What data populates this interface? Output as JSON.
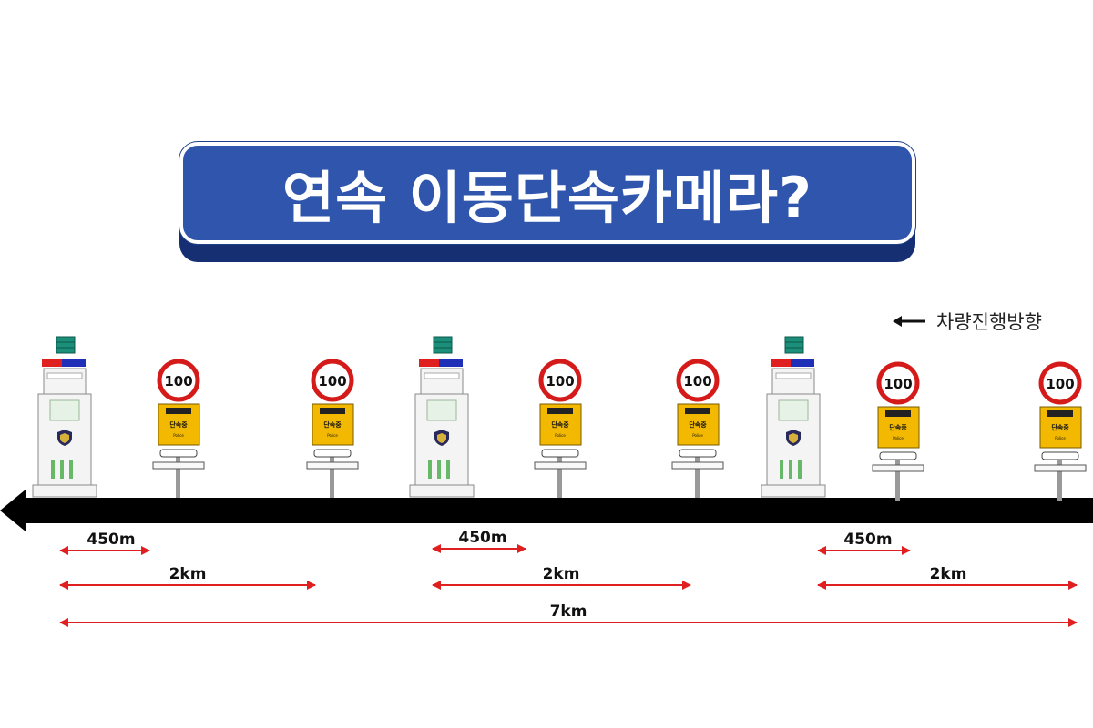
{
  "title": "연속 이동단속카메라?",
  "direction_label": "차량진행방향",
  "speed_limit": "100",
  "colors": {
    "banner": "#2f55ad",
    "banner_shadow": "#162f72",
    "road": "#000000",
    "dimension_arrow": "#e02020",
    "sign_border": "#d51a1a",
    "sign_panel": "#f2b900"
  },
  "dimensions": {
    "short": "450m",
    "medium": "2km",
    "total": "7km"
  }
}
